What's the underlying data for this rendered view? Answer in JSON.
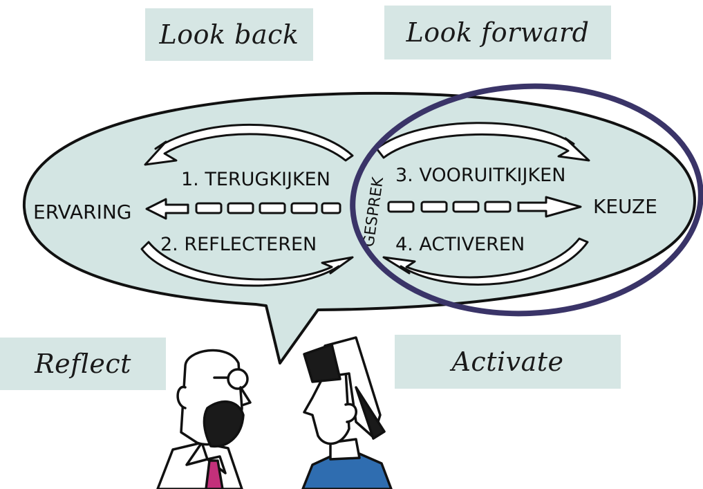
{
  "labels": {
    "look_back": "Look back",
    "look_forward": "Look forward",
    "reflect": "Reflect",
    "activate": "Activate"
  },
  "bubble": {
    "left": "ERVARING",
    "right": "KEUZE",
    "center": "GESPREK",
    "step1": "1. TERUGKIJKEN",
    "step2": "2. REFLECTEREN",
    "step3": "3. VOORUITKIJKEN",
    "step4": "4. ACTIVEREN"
  },
  "colors": {
    "bubble_fill": "#d3e5e3",
    "box_fill": "#d6e6e4",
    "ring": "#3a3468",
    "shirt_blue": "#2f6db0",
    "tie_pink": "#c2307a"
  }
}
